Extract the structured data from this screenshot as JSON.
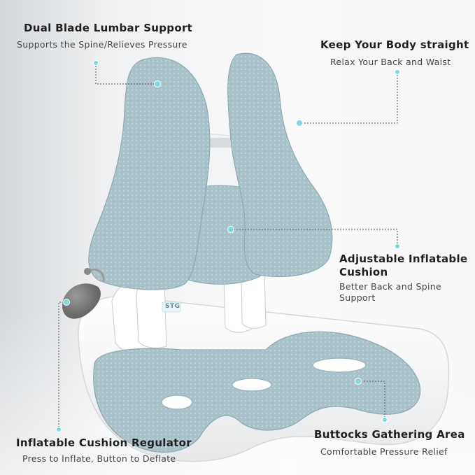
{
  "callouts": {
    "lumbar": {
      "title": "Dual Blade Lumbar Support",
      "subtitle": "Supports the Spine/Relieves Pressure"
    },
    "straight": {
      "title": "Keep Your Body straight",
      "subtitle": "Relax Your Back and Waist"
    },
    "inflatable": {
      "title_line1": "Adjustable Inflatable",
      "title_line2": "Cushion",
      "subtitle_line1": "Better Back and Spine",
      "subtitle_line2": "Support"
    },
    "regulator": {
      "title": "Inflatable Cushion Regulator",
      "subtitle": "Press to Inflate, Button to Deflate"
    },
    "buttocks": {
      "title": "Buttocks Gathering Area",
      "subtitle": "Comfortable Pressure Relief"
    }
  },
  "product": {
    "logo": "STG"
  },
  "colors": {
    "mesh": "#a9c2c9",
    "mesh_dark": "#8fa9b1",
    "frame": "#ffffff",
    "pump": "#7a7a7a",
    "dot": "#7fd8e0",
    "leader_line": "#555555"
  }
}
